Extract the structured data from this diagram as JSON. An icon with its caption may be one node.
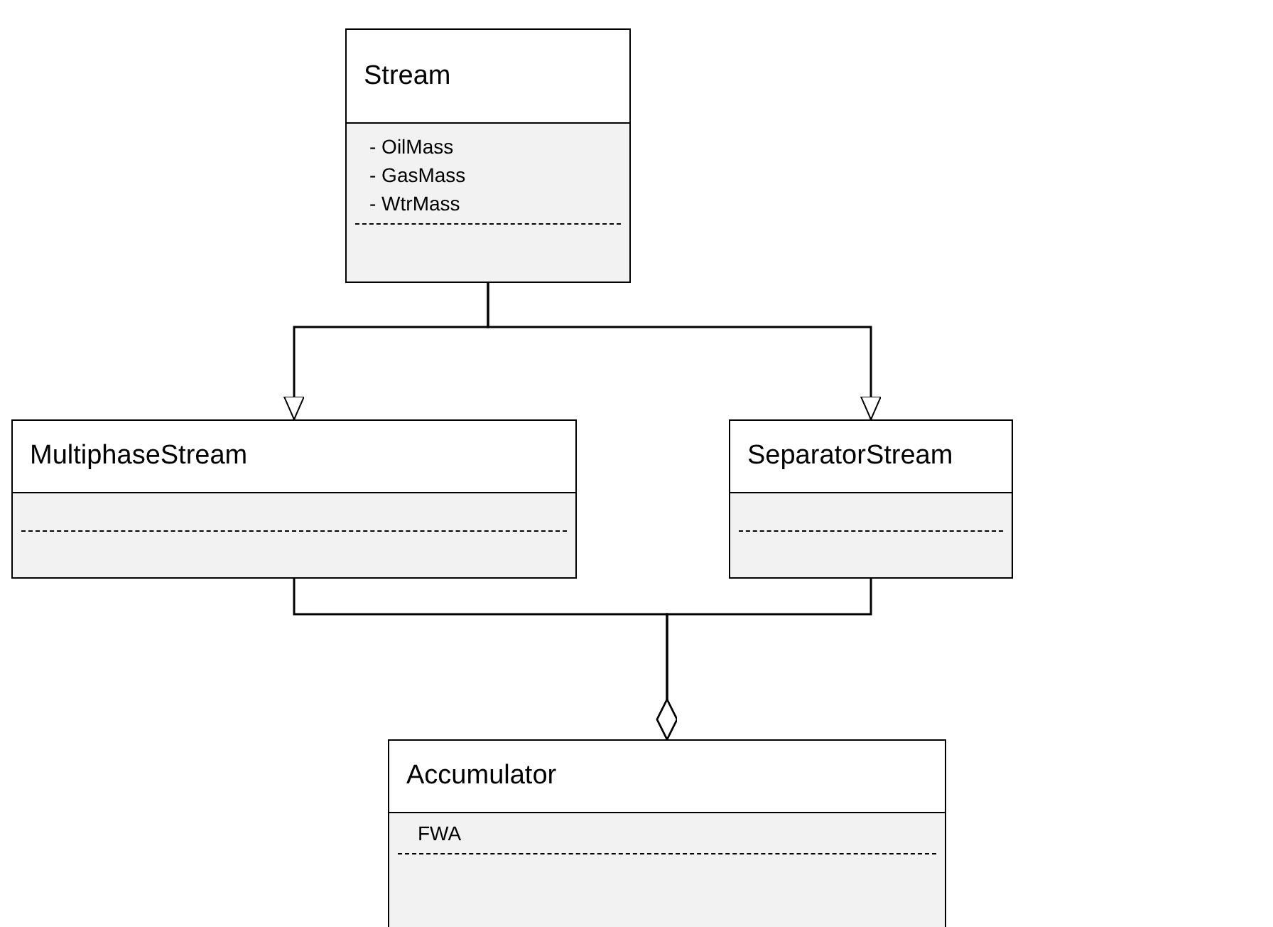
{
  "diagram": {
    "nodes": [
      {
        "text": [
          "Stream",
          "- OilMass",
          "- GasMass",
          "- WtrMass"
        ]
      },
      {
        "text": [
          "MultiphaseStream"
        ]
      },
      {
        "text": [
          "SeparatorStream"
        ]
      },
      {
        "text": [
          "Accumulator",
          "FWA"
        ]
      }
    ],
    "edges": [
      {
        "from": 0,
        "to": 1,
        "arrow": "to"
      },
      {
        "from": 0,
        "to": 2,
        "arrow": "to"
      },
      {
        "from": 1,
        "to": 3,
        "arrow": "other"
      },
      {
        "from": 2,
        "to": 3,
        "arrow": "other"
      }
    ]
  }
}
